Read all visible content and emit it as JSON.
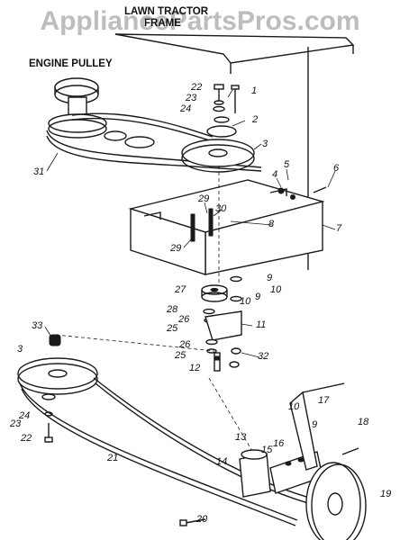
{
  "watermark": "AppliancePartsPros.com",
  "headings": {
    "frame_line1": "LAWN TRACTOR",
    "frame_line2": "FRAME",
    "engine_pulley": "ENGINE PULLEY"
  },
  "callouts": {
    "c1": "1",
    "c2": "2",
    "c3a": "3",
    "c3b": "3",
    "c4": "4",
    "c5": "5",
    "c6": "6",
    "c7": "7",
    "c8": "8",
    "c9a": "9",
    "c9b": "9",
    "c9c": "9",
    "c10a": "10",
    "c10b": "10",
    "c10c": "10",
    "c11": "11",
    "c12": "12",
    "c13": "13",
    "c14": "14",
    "c15": "15",
    "c16": "16",
    "c17": "17",
    "c18": "18",
    "c19": "19",
    "c20": "20",
    "c21": "21",
    "c22a": "22",
    "c22b": "22",
    "c23a": "23",
    "c23b": "23",
    "c24a": "24",
    "c24b": "24",
    "c25a": "25",
    "c25b": "25",
    "c26a": "26",
    "c26b": "26",
    "c27": "27",
    "c28": "28",
    "c29a": "29",
    "c29b": "29",
    "c30": "30",
    "c31": "31",
    "c32": "32",
    "c33": "33"
  }
}
